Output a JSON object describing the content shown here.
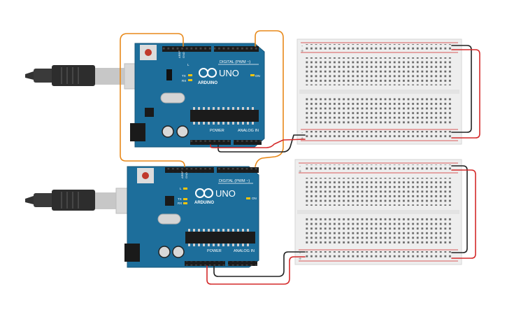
{
  "boards": [
    {
      "id": "top",
      "logo": "ARDUINO",
      "model": "UNO",
      "digital_label": "DIGITAL (PWM ~)",
      "power_label": "POWER",
      "analog_label": "ANALOG IN",
      "aref": "AREF",
      "gnd": "GND",
      "l": "L",
      "tx": "TX",
      "rx": "RX",
      "on": "ON"
    },
    {
      "id": "bottom",
      "logo": "ARDUINO",
      "model": "UNO",
      "digital_label": "DIGITAL (PWM ~)",
      "power_label": "POWER",
      "analog_label": "ANALOG IN",
      "aref": "AREF",
      "gnd": "GND",
      "l": "L",
      "tx": "TX",
      "rx": "RX",
      "on": "ON"
    }
  ],
  "breadboards": [
    {
      "id": "top",
      "minus": "-",
      "plus": "+"
    },
    {
      "id": "bottom",
      "minus": "-",
      "plus": "+"
    }
  ],
  "colors": {
    "board": "#1d6e9b",
    "board_edge": "#15567a",
    "i2c_wire": "#e8891a",
    "gnd_wire": "#222222",
    "vcc_wire": "#d42a2a",
    "breadboard": "#eeeeee"
  },
  "icons": [
    "usb-cable-icon",
    "reset-button-icon",
    "chip-icon",
    "power-jack-icon",
    "capacitor-icon",
    "crystal-icon"
  ]
}
